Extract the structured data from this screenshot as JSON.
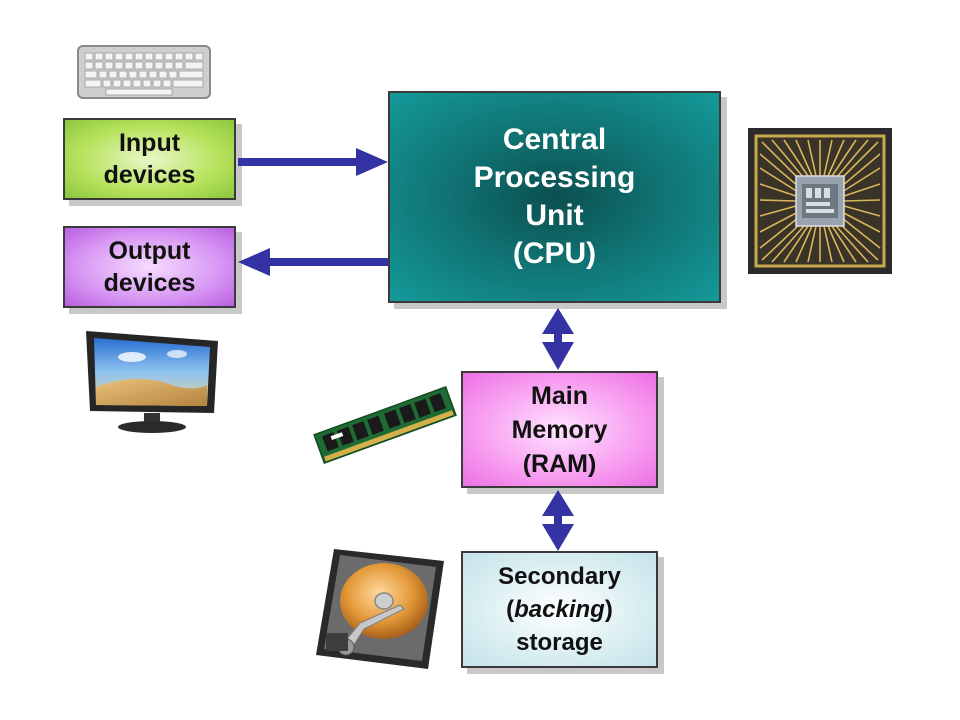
{
  "boxes": {
    "input": {
      "line1": "Input",
      "line2": "devices"
    },
    "output": {
      "line1": "Output",
      "line2": "devices"
    },
    "cpu": {
      "line1": "Central",
      "line2": "Processing",
      "line3": "Unit",
      "line4": "(CPU)"
    },
    "ram": {
      "line1": "Main",
      "line2": "Memory",
      "line3": "(RAM)"
    },
    "storage": {
      "line1": "Secondary",
      "line2_pre": "(",
      "line2_em": "backing",
      "line2_post": ")",
      "line3": "storage"
    }
  },
  "images": [
    "keyboard-icon",
    "monitor-icon",
    "cpu-chip-icon",
    "ram-module-icon",
    "hard-drive-icon"
  ],
  "colors": {
    "arrow": "#3333a3",
    "input": "#a6d84a",
    "output": "#cc80f0",
    "cpu": "#127f7f",
    "ram": "#f28ae9",
    "storage": "#cfe8ed"
  }
}
